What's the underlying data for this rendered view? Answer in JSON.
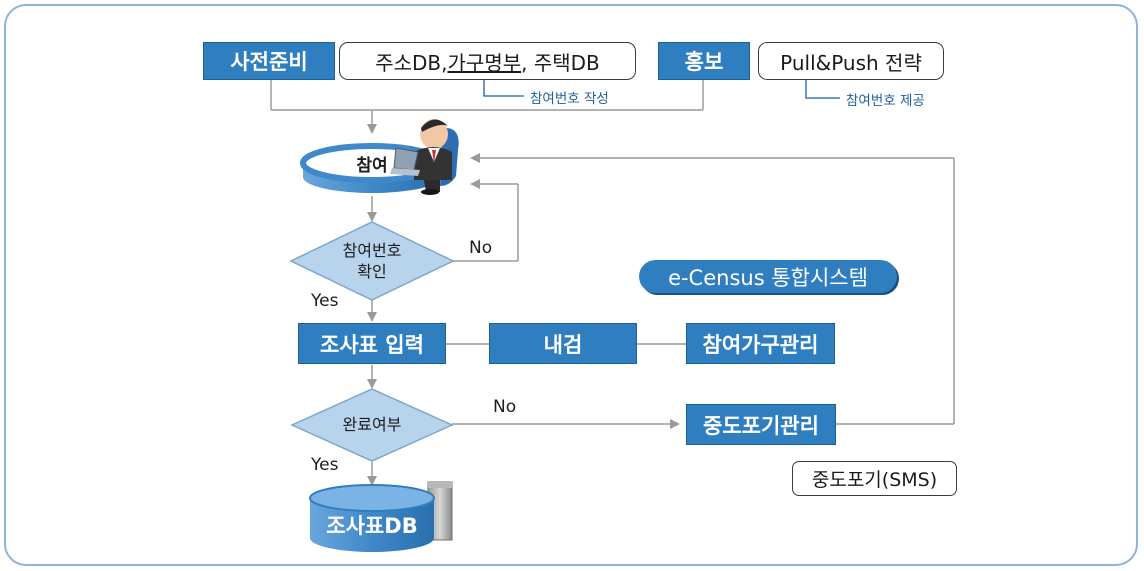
{
  "nodes": {
    "prep": "사전준비",
    "db_a": "주소DB, ",
    "db_b": "가구명부",
    "db_c": ", 주택DB",
    "promo": "홍보",
    "pullpush": "Pull&Push 전략",
    "participate": "참여",
    "check_1": "참여번호",
    "check_2": "확인",
    "input": "조사표 입력",
    "review": "내검",
    "household": "참여가구관리",
    "complete": "완료여부",
    "dropout": "중도포기관리",
    "sms": "중도포기(SMS)",
    "db": "조사표DB",
    "system": "e-Census 통합시스템"
  },
  "notes": {
    "write_no": "참여번호 작성",
    "provide_no": "참여번호 제공"
  },
  "edges": {
    "yes1": "Yes",
    "no1": "No",
    "yes2": "Yes",
    "no2": "No"
  },
  "colors": {
    "accent": "#2f7ec0",
    "frame": "#8fb3d6",
    "diamond": "#b8d3ec",
    "line": "#9a9a9a"
  },
  "icons": [
    "person-laptop-icon",
    "server-icon"
  ]
}
